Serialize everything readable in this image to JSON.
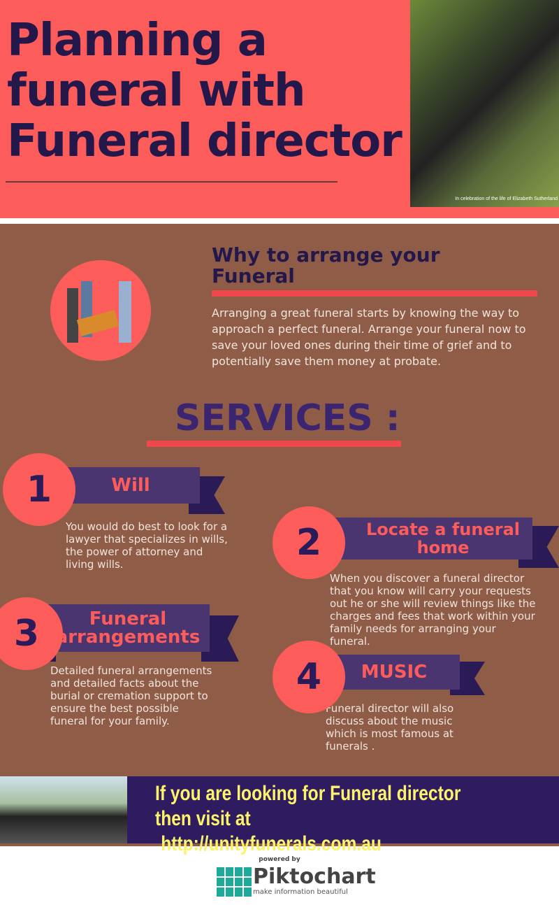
{
  "header": {
    "title": "Planning a funeral with Funeral director",
    "photo_caption": "In celebration of the life of Elizabeth Sutherland"
  },
  "why": {
    "title": "Why to arrange your Funeral",
    "text": "Arranging a great funeral starts by knowing the way to approach a perfect funeral. Arrange your funeral now to save your loved ones during their time of grief and to potentially save them money at probate."
  },
  "services": {
    "title": "SERVICES :",
    "items": [
      {
        "number": "1",
        "label": "Will",
        "text": "You would do best to look for a lawyer that specializes in wills, the power of attorney and living wills."
      },
      {
        "number": "2",
        "label": "Locate a funeral home",
        "text": "When you discover a funeral director that you know will carry your requests out he or she will review things like the charges and fees that work within your family needs for arranging your funeral."
      },
      {
        "number": "3",
        "label": "Funeral arrangements",
        "text": "Detailed funeral arrangements and detailed facts about the burial or cremation support to ensure the best possible funeral for your family."
      },
      {
        "number": "4",
        "label": "MUSIC",
        "text": "Funeral director will also discuss about the music which is most famous at funerals ."
      }
    ]
  },
  "footer": {
    "line1": "If you are looking for Funeral director then visit at",
    "line2": "http://unityfunerals.com.au"
  },
  "branding": {
    "powered_by": "powered by",
    "brand": "Piktochart",
    "tagline": "make information beautiful"
  }
}
